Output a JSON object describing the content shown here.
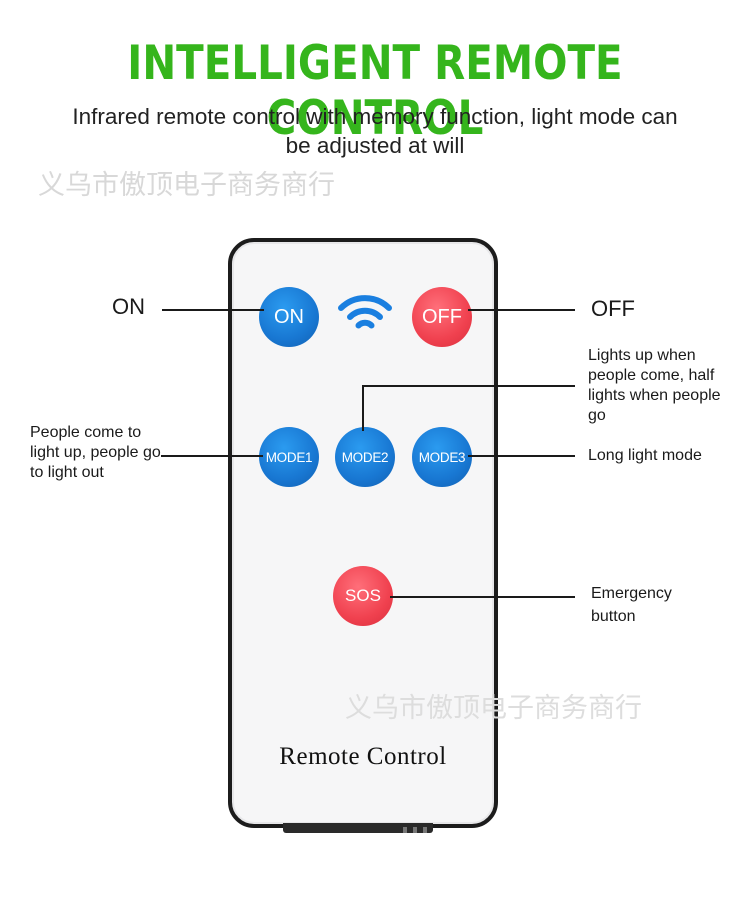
{
  "title": "INTELLIGENT REMOTE CONTROL",
  "subtitle": "Infrared remote control with memory function, light mode can be adjusted at will",
  "watermark": "义乌市傲顶电子商务商行",
  "remote": {
    "label": "Remote Control",
    "buttons": {
      "on": "ON",
      "off": "OFF",
      "mode1": "MODE1",
      "mode2": "MODE2",
      "mode3": "MODE3",
      "sos": "SOS"
    }
  },
  "callouts": {
    "on": "ON",
    "off": "OFF",
    "mode1": "People come to light up, people go to light out",
    "mode2": "Lights up when people come, half lights when people go",
    "mode3": "Long light mode",
    "sos": "Emergency button"
  },
  "colors": {
    "title": "#35b51c",
    "blue_button": "#1877d2",
    "red_button": "#f0414f"
  },
  "icons": [
    "wifi-signal-icon"
  ]
}
